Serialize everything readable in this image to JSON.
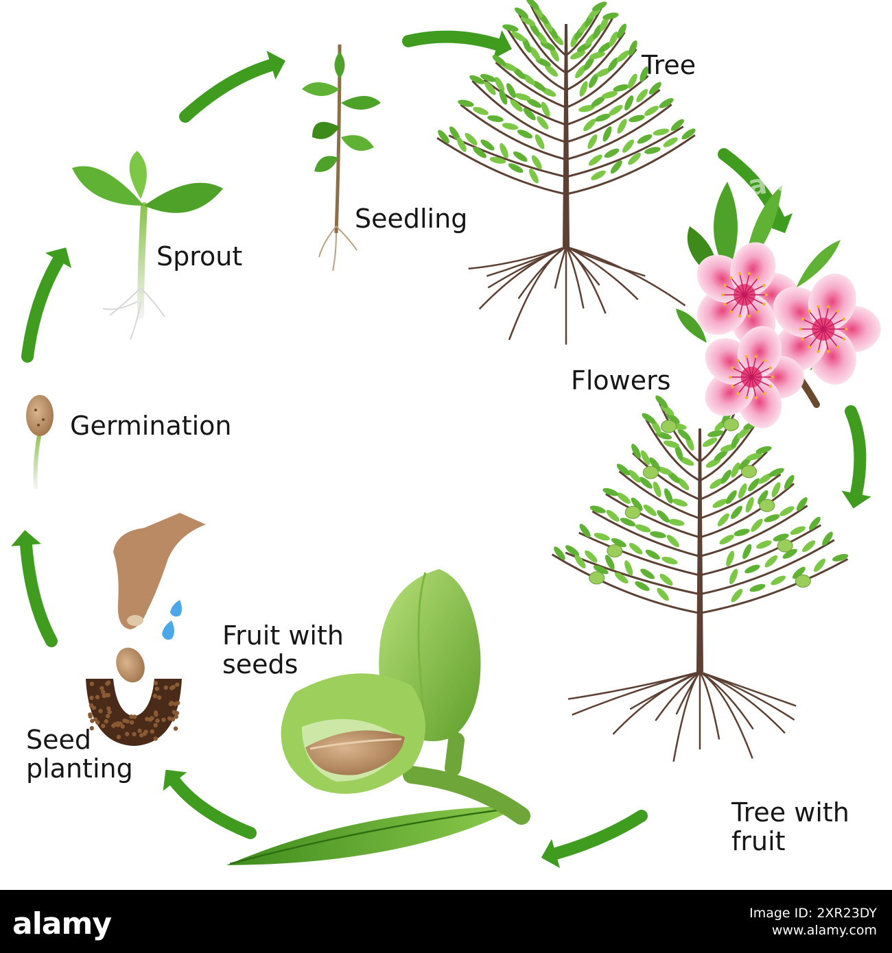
{
  "stages": {
    "tree": "Tree",
    "flowers": "Flowers",
    "tree_with_fruit": "Tree with\nfruit",
    "fruit_with_seeds": "Fruit with\nseeds",
    "seed_planting": "Seed\nplanting",
    "germination": "Germination",
    "sprout": "Sprout",
    "seedling": "Seedling"
  },
  "watermark": "alamy",
  "footer": {
    "logo": "alamy",
    "image_id_label": "Image ID: 2XR23DY",
    "website": "www.alamy.com"
  },
  "colors": {
    "arrow_green": "#3f9c1e",
    "leaf_green": "#5fb233",
    "blossom_pink": "#f3a6c6",
    "bark_brown": "#5b4033",
    "water_blue": "#4aa8e8"
  },
  "icons": [
    "cycle-arrow-icon",
    "tree-icon",
    "blossom-icon",
    "fruit-tree-icon",
    "almond-fruit-icon",
    "hand-icon",
    "water-drop-icon",
    "almond-seed-icon",
    "sprout-icon",
    "seedling-icon"
  ]
}
